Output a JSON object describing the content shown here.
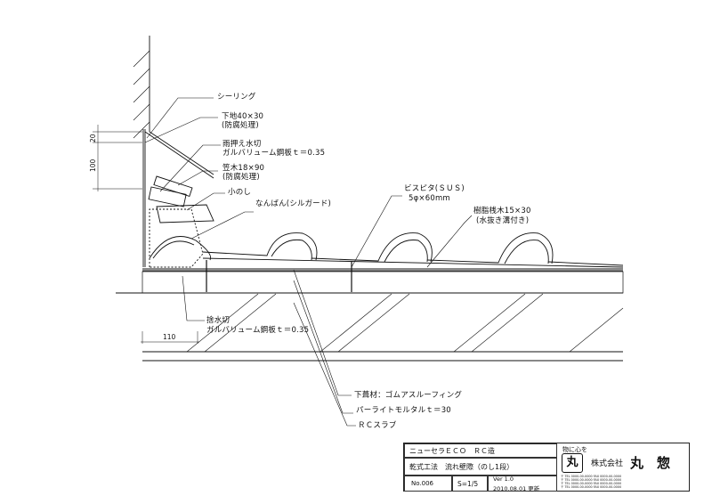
{
  "labels": {
    "sealing": "シーリング",
    "base_line1": "下地40×30",
    "base_line2": "(防腐処理)",
    "flashing_line1": "雨押え水切",
    "flashing_line2": "ガルバリューム鋼板ｔ＝0.35",
    "kasagi_line1": "笠木18×90",
    "kasagi_line2": "(防腐処理)",
    "konoshi": "小のし",
    "nanban": "なんばん(シルガード)",
    "screw_line1": "ビスピタ(ＳＵＳ)",
    "screw_line2": "5φ×60mm",
    "batten_line1": "樹脂桟木15×30",
    "batten_line2": "(水抜き溝付き)",
    "drip_line1": "捨水切",
    "drip_line2": "ガルバリューム鋼板ｔ＝0.35",
    "underlay": "下葺材：ゴムアスルーフィング",
    "mortar": "パーライトモルタルｔ＝30",
    "slab": "ＲＣスラブ"
  },
  "dimensions": {
    "d20": "20",
    "d100": "100",
    "d110": "110"
  },
  "title_block": {
    "product": "ニューセラＥＣＯ　ＲＣ造",
    "drawing_title": "乾式工法　流れ壁際（のし1段）",
    "number": "No.006",
    "scale": "S=1/5",
    "version": "Ver 1.0",
    "date": "2010.08.01 更新",
    "slogan": "物に心を",
    "logo_char": "丸",
    "company": "株式会社",
    "company_name": "丸　惣",
    "contacts": [
      "〒 TEL 0000-00-0000 FAX 0000-00-0000",
      "〒 TEL 0000-00-0000 FAX 0000-00-0000",
      "〒 TEL 0000-00-0000 FAX 0000-00-0000",
      "〒 TEL 0000-00-0000 FAX 0000-00-0000"
    ]
  }
}
